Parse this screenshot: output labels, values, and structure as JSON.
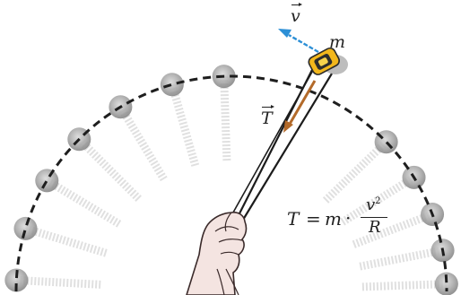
{
  "labels": {
    "velocity": "v",
    "tension": "T",
    "mass": "m"
  },
  "formula": {
    "lhs": "T",
    "equals": "=",
    "mass": "m",
    "dot": "·",
    "numerator": "v",
    "exponent": "2",
    "denominator": "R"
  },
  "colors": {
    "path": "#1e1e1e",
    "velocity_arrow": "#2c8fd6",
    "tension_arrow": "#b36a2a",
    "string": "#1c1c1c",
    "ball_body": "#f2b71c",
    "hand_fill": "#f4e4e1",
    "ghost": "#9a9a9a"
  }
}
